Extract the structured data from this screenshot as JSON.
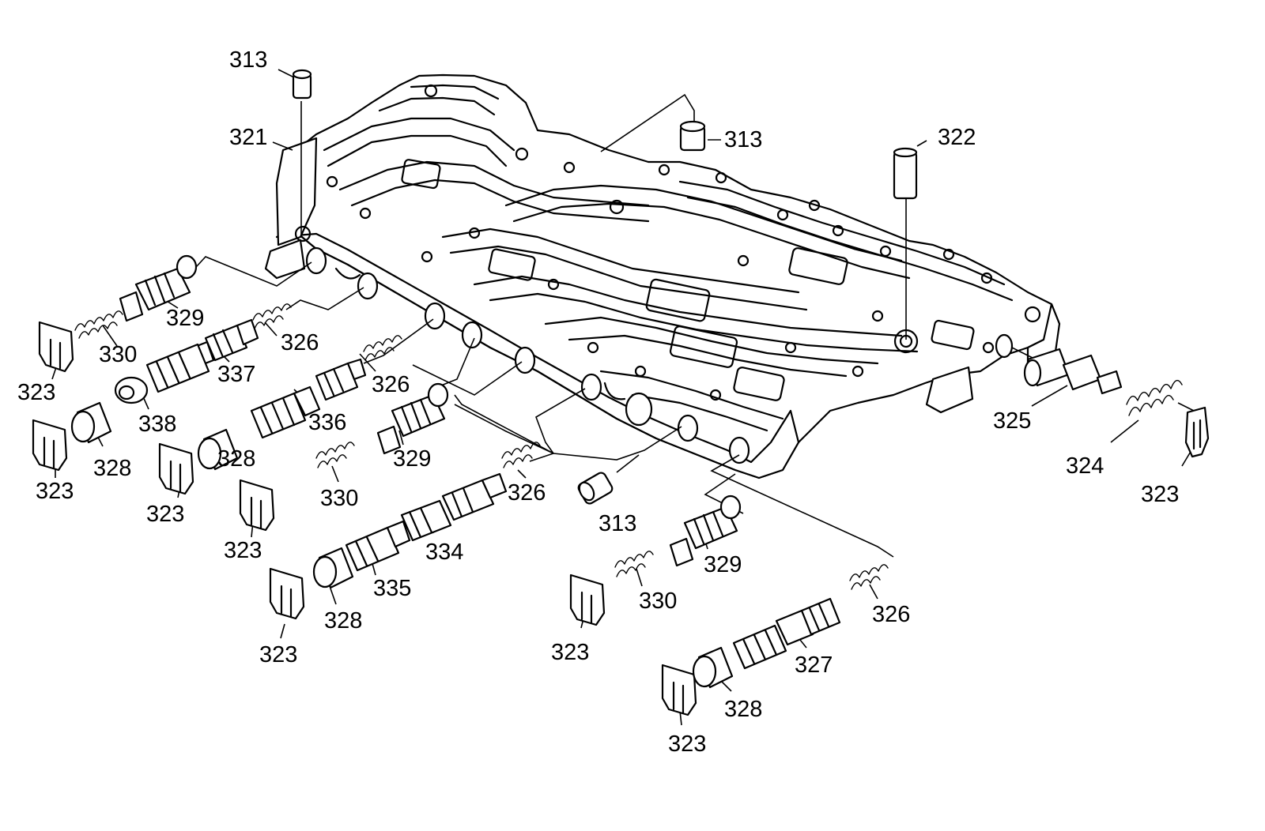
{
  "diagram": {
    "callouts": [
      {
        "id": "c313a",
        "text": "313"
      },
      {
        "id": "c313b",
        "text": "313"
      },
      {
        "id": "c313c",
        "text": "313"
      },
      {
        "id": "c321",
        "text": "321"
      },
      {
        "id": "c322",
        "text": "322"
      },
      {
        "id": "c329a",
        "text": "329"
      },
      {
        "id": "c330a",
        "text": "330"
      },
      {
        "id": "c323a",
        "text": "323"
      },
      {
        "id": "c326a",
        "text": "326"
      },
      {
        "id": "c337",
        "text": "337"
      },
      {
        "id": "c338",
        "text": "338"
      },
      {
        "id": "c326b",
        "text": "326"
      },
      {
        "id": "c336",
        "text": "336"
      },
      {
        "id": "c328a",
        "text": "328"
      },
      {
        "id": "c323b",
        "text": "323"
      },
      {
        "id": "c328b",
        "text": "328"
      },
      {
        "id": "c323c",
        "text": "323"
      },
      {
        "id": "c329b",
        "text": "329"
      },
      {
        "id": "c330b",
        "text": "330"
      },
      {
        "id": "c323d",
        "text": "323"
      },
      {
        "id": "c326c",
        "text": "326"
      },
      {
        "id": "c334",
        "text": "334"
      },
      {
        "id": "c335",
        "text": "335"
      },
      {
        "id": "c328c",
        "text": "328"
      },
      {
        "id": "c323e",
        "text": "323"
      },
      {
        "id": "c329c",
        "text": "329"
      },
      {
        "id": "c330c",
        "text": "330"
      },
      {
        "id": "c323f",
        "text": "323"
      },
      {
        "id": "c326d",
        "text": "326"
      },
      {
        "id": "c327",
        "text": "327"
      },
      {
        "id": "c328d",
        "text": "328"
      },
      {
        "id": "c323g",
        "text": "323"
      },
      {
        "id": "c325",
        "text": "325"
      },
      {
        "id": "c324",
        "text": "324"
      },
      {
        "id": "c323h",
        "text": "323"
      }
    ]
  }
}
